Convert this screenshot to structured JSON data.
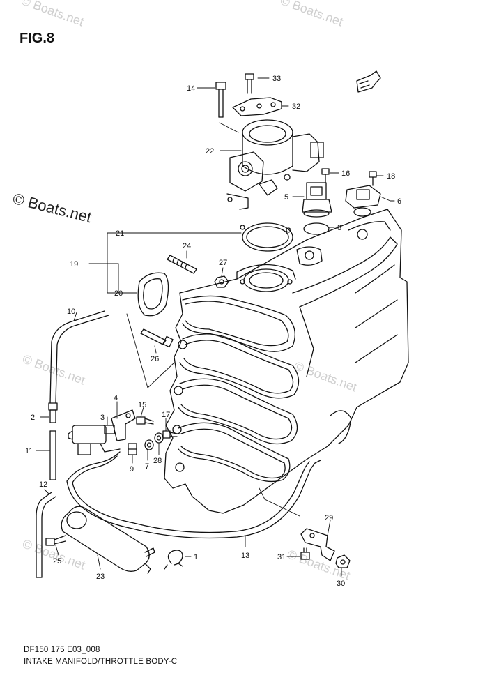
{
  "figure": {
    "title": "FIG.8",
    "code": "DF150 175 E03_008",
    "caption": "INTAKE MANIFOLD/THROTTLE BODY-C"
  },
  "watermark": {
    "main": "© Boats.net",
    "faint": "© Boats.net"
  },
  "callouts": [
    "1",
    "2",
    "3",
    "4",
    "5",
    "6",
    "7",
    "8",
    "9",
    "10",
    "11",
    "12",
    "13",
    "14",
    "15",
    "16",
    "17",
    "18",
    "19",
    "20",
    "21",
    "22",
    "23",
    "24",
    "25",
    "26",
    "27",
    "28",
    "29",
    "30",
    "31",
    "32",
    "33"
  ],
  "icons": {
    "front_arrow": "fwd-arrow-icon"
  }
}
